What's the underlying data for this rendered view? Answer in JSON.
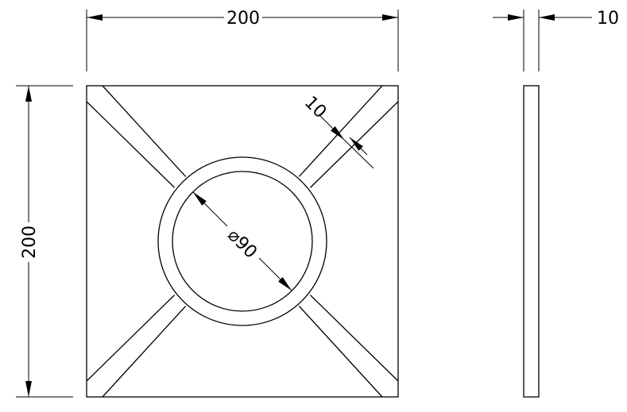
{
  "dimensions": {
    "front_width": "200",
    "front_height": "200",
    "strut_width": "10",
    "hole_diameter": "⌀90",
    "side_thickness": "10"
  },
  "colors": {
    "line": "#000000",
    "background": "#ffffff"
  }
}
